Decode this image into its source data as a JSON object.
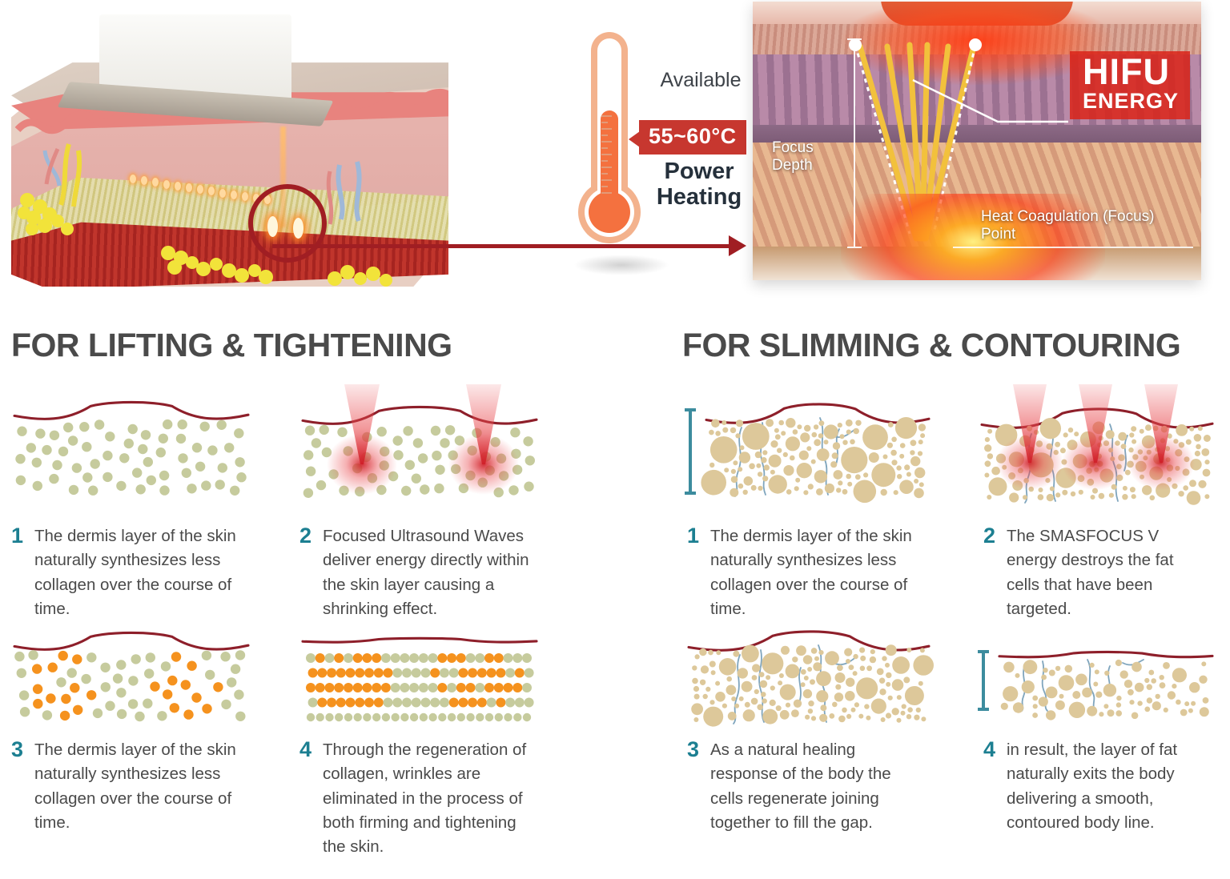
{
  "top": {
    "left_photo": {
      "alt": "skin-model-cross-section-with-hifu-handpiece"
    },
    "thermometer": {
      "available_label": "Available",
      "temperature": "55~60°C",
      "power_heating": "Power\nHeating",
      "power_heating_line1": "Power",
      "power_heating_line2": "Heating",
      "badge_color": "#c7372f",
      "mercury_color": "#f4713f"
    },
    "right_photo": {
      "hifu_title": "HIFU",
      "hifu_subtitle": "ENERGY",
      "focus_depth_line1": "Focus",
      "focus_depth_line2": "Depth",
      "heat_point_line1": "Heat Coagulation (Focus)",
      "heat_point_line2": "Point",
      "hifu_box_color": "#db2318"
    }
  },
  "sections": [
    {
      "id": "lifting",
      "heading": "FOR LIFTING & TIGHTENING",
      "steps": [
        {
          "num": "1",
          "text": "The dermis layer of the skin naturally synthesizes less collagen over the course of time."
        },
        {
          "num": "2",
          "text": "Focused Ultrasound Waves deliver energy directly within the skin layer causing a shrinking effect."
        },
        {
          "num": "3",
          "text": "The dermis layer of the skin naturally synthesizes less collagen over the course of time."
        },
        {
          "num": "4",
          "text": "Through the regeneration of collagen, wrinkles are eliminated in the process of both firming and tightening the skin."
        }
      ]
    },
    {
      "id": "slimming",
      "heading": "FOR SLIMMING & CONTOURING",
      "steps": [
        {
          "num": "1",
          "text": "The dermis layer of the skin naturally synthesizes less collagen over the course of time."
        },
        {
          "num": "2",
          "text": "The SMASFOCUS V energy destroys the fat cells that have been targeted."
        },
        {
          "num": "3",
          "text": "As a natural healing response of the body the cells regenerate joining together to fill the gap."
        },
        {
          "num": "4",
          "text": "in result, the layer of fat naturally exits the body delivering a smooth, contoured body line."
        }
      ]
    }
  ],
  "colors": {
    "heading_gray": "#4a4a4a",
    "step_number_teal": "#1c7f91",
    "body_text_gray": "#4a4a4a",
    "collagen_dot_olive": "#c6cb9d",
    "collagen_dot_orange": "#f5921e",
    "fat_cell_tan": "#ddc89a",
    "skin_line_red": "#8e1f2a",
    "beam_red": "#e8454a",
    "depth_bracket_teal": "#3c8c9e",
    "arrow_red": "#a01e23"
  }
}
